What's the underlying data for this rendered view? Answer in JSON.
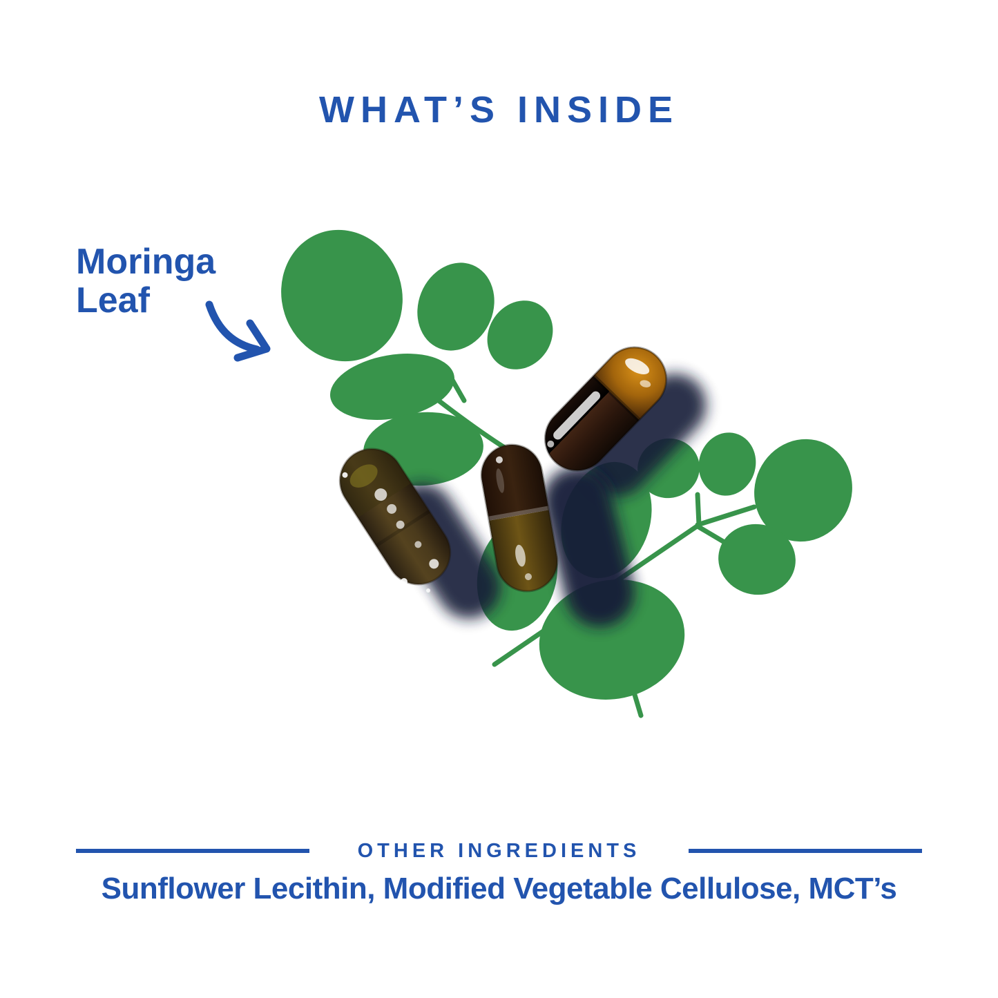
{
  "theme": {
    "background": "#ffffff",
    "blue": "#2254ae",
    "green": "#38944b",
    "shadow_navy": "#131c38"
  },
  "header": {
    "title": "WHAT’S INSIDE"
  },
  "callout": {
    "label": "Moringa\nLeaf",
    "arrow_icon": "curved-arrow-icon"
  },
  "illustration": {
    "icons": [
      "moringa-leaf-sprig-top-left",
      "moringa-leaf-sprig-bottom-right",
      "capsule-amber-top-right",
      "capsule-glass-left",
      "capsule-two-tone-middle"
    ]
  },
  "other_ingredients": {
    "heading": "OTHER INGREDIENTS",
    "ingredients": "Sunflower Lecithin, Modified Vegetable Cellulose, MCT’s"
  }
}
